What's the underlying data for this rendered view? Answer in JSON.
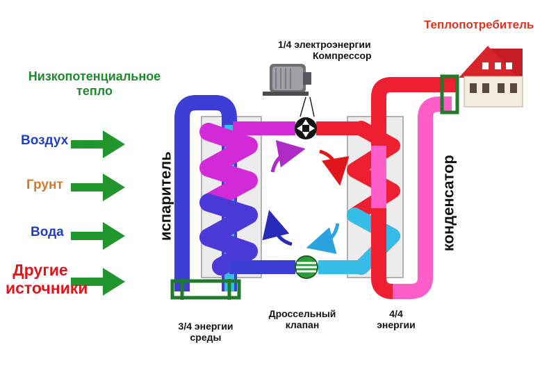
{
  "diagram": {
    "heading_left_line1": "Низкопотенциальное",
    "heading_left_line2": "тепло",
    "heading_right": "Теплопотребитель",
    "sources": [
      {
        "label": "Воздух",
        "color": "#1f3fbf"
      },
      {
        "label": "Грунт",
        "color": "#d27a2a"
      },
      {
        "label": "Вода",
        "color": "#1f3fbf"
      },
      {
        "label_line1": "Другие",
        "label_line2": "источники",
        "color": "#e0161b"
      }
    ],
    "compressor_line1": "1/4 электроэнергии",
    "compressor_line2": "Компрессор",
    "evaporator": "испаритель",
    "condenser": "конденсатор",
    "valve_line1": "Дроссельный",
    "valve_line2": "клапан",
    "env_energy_line1": "3/4 энергии",
    "env_energy_line2": "среды",
    "total_energy_line1": "4/4",
    "total_energy_line2": "энергии"
  },
  "colors": {
    "heading_green": "#1f8a2c",
    "heading_red": "#e0331f",
    "arrow_green": "#21962c",
    "pipe_blue": "#3d3ed6",
    "pipe_magenta": "#d12ad6",
    "pipe_red": "#ef1f32",
    "pipe_cyan": "#35bde8",
    "pipe_pink": "#ff5ec8"
  }
}
